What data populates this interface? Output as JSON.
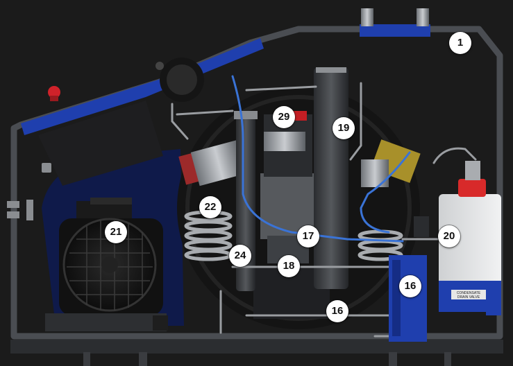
{
  "colors": {
    "background": "#1b1b1b",
    "frame": "#4a4d52",
    "panel_blue": "#1f3fae",
    "housing_navy": "#0f1a4a",
    "badge_bg": "#ffffff",
    "badge_text": "#111111"
  },
  "callouts": [
    {
      "id": "c1",
      "label": "1"
    },
    {
      "id": "c29",
      "label": "29"
    },
    {
      "id": "c19",
      "label": "19"
    },
    {
      "id": "c22",
      "label": "22"
    },
    {
      "id": "c21",
      "label": "21"
    },
    {
      "id": "c17",
      "label": "17"
    },
    {
      "id": "c20",
      "label": "20"
    },
    {
      "id": "c24",
      "label": "24"
    },
    {
      "id": "c18",
      "label": "18"
    },
    {
      "id": "c16a",
      "label": "16"
    },
    {
      "id": "c16b",
      "label": "16"
    }
  ],
  "condensate_tank": {
    "label_line1": "CONDENSATE",
    "label_line2": "DRAIN VALVE"
  }
}
